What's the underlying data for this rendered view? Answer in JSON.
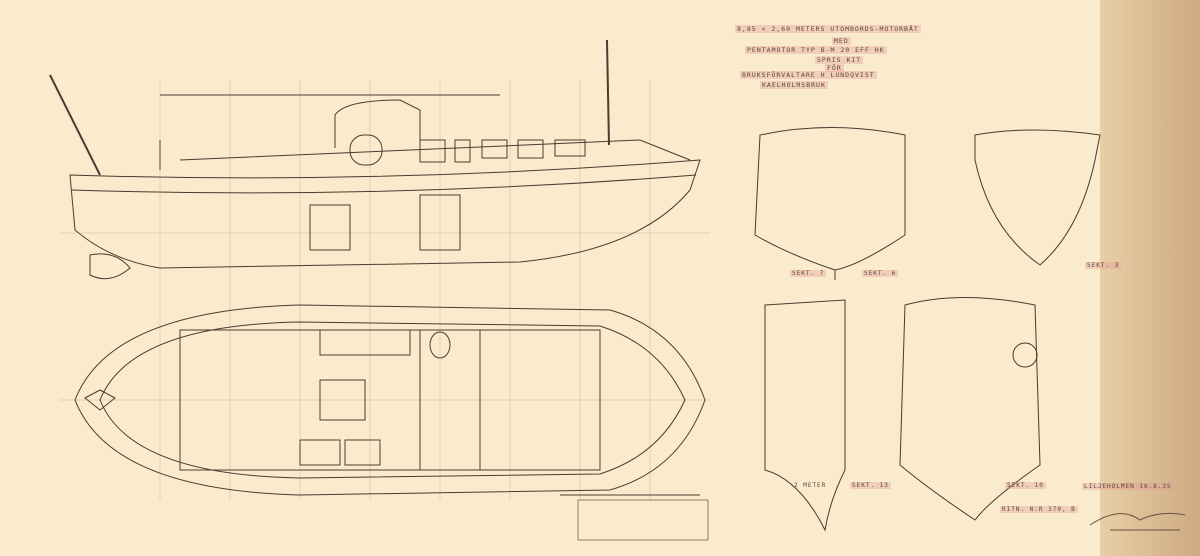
{
  "title_block": {
    "line1": "8,85 × 2,60 METERS UTOMBORDS-MOTORBÅT",
    "line2": "MED",
    "line3": "PENTAMOTOR TYP B-M 20 EFF HK",
    "line4": "SPRIS KIT",
    "line5": "FÖR",
    "line6": "BRUKSFÖRVALTARE H LUNDQVIST",
    "line7": "KAELHOLMSBRUK"
  },
  "sections": {
    "s7": "SEKT. 7",
    "s6": "SEKT. 6",
    "s3": "SEKT. 3",
    "s13": "SEKT. 13",
    "s10": "SEKT. 10"
  },
  "scale_label": "2 METER",
  "date": "LILJEHOLMEN 16.8.35",
  "drawing_no": "RITN. N:R 370, B"
}
